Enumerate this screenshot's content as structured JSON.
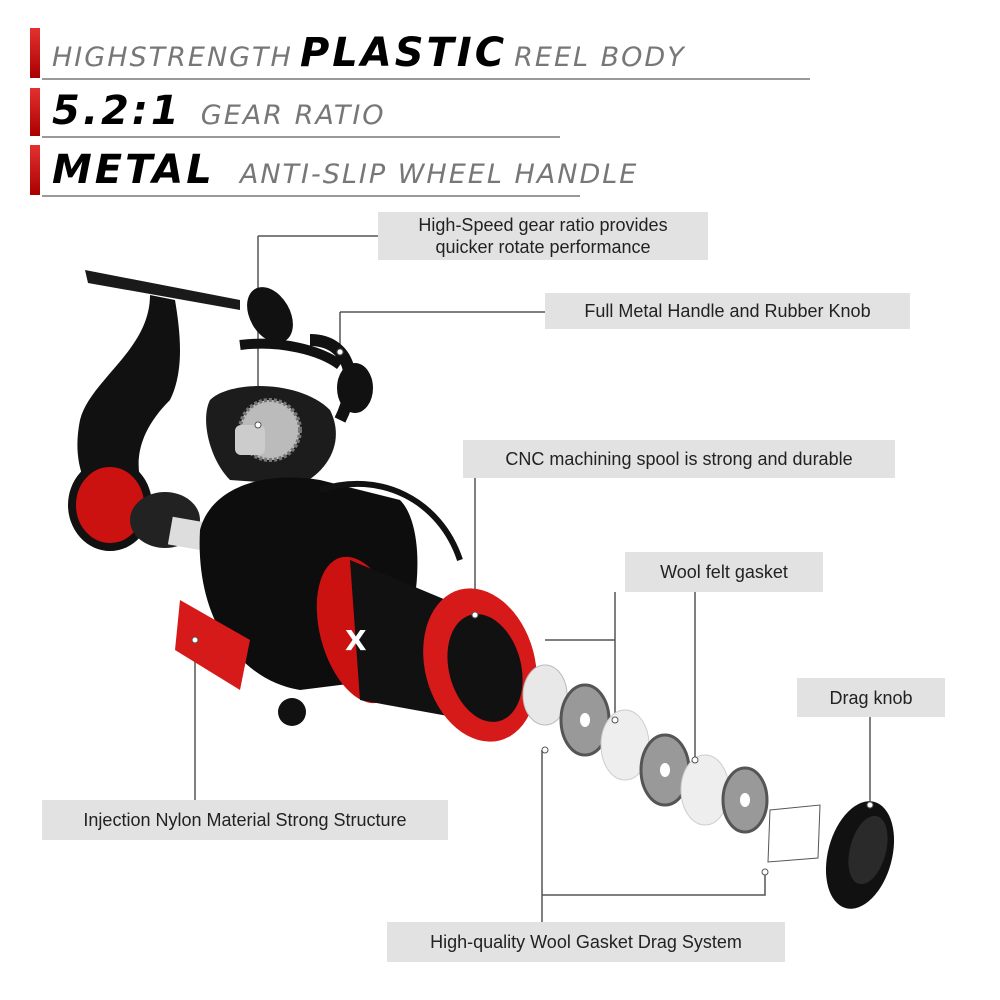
{
  "headlines": [
    {
      "pre": "HIGHSTRENGTH",
      "bold": "PLASTIC",
      "post": "REEL BODY"
    },
    {
      "bold": "5.2:1",
      "post": "GEAR RATIO"
    },
    {
      "bold": "METAL",
      "post": "ANTI-SLIP WHEEL HANDLE"
    }
  ],
  "callouts": {
    "gear_ratio": {
      "line1": "High-Speed gear ratio provides",
      "line2": "quicker rotate performance"
    },
    "handle": "Full Metal Handle and Rubber Knob",
    "spool": "CNC machining spool is strong and durable",
    "gasket": "Wool felt gasket",
    "drag_knob": "Drag knob",
    "body": "Injection Nylon Material Strong Structure",
    "drag_system": "High-quality Wool Gasket Drag System"
  },
  "colors": {
    "accent_red": "#d61a1a",
    "label_bg": "#e2e2e2",
    "reel_black": "#111111"
  }
}
